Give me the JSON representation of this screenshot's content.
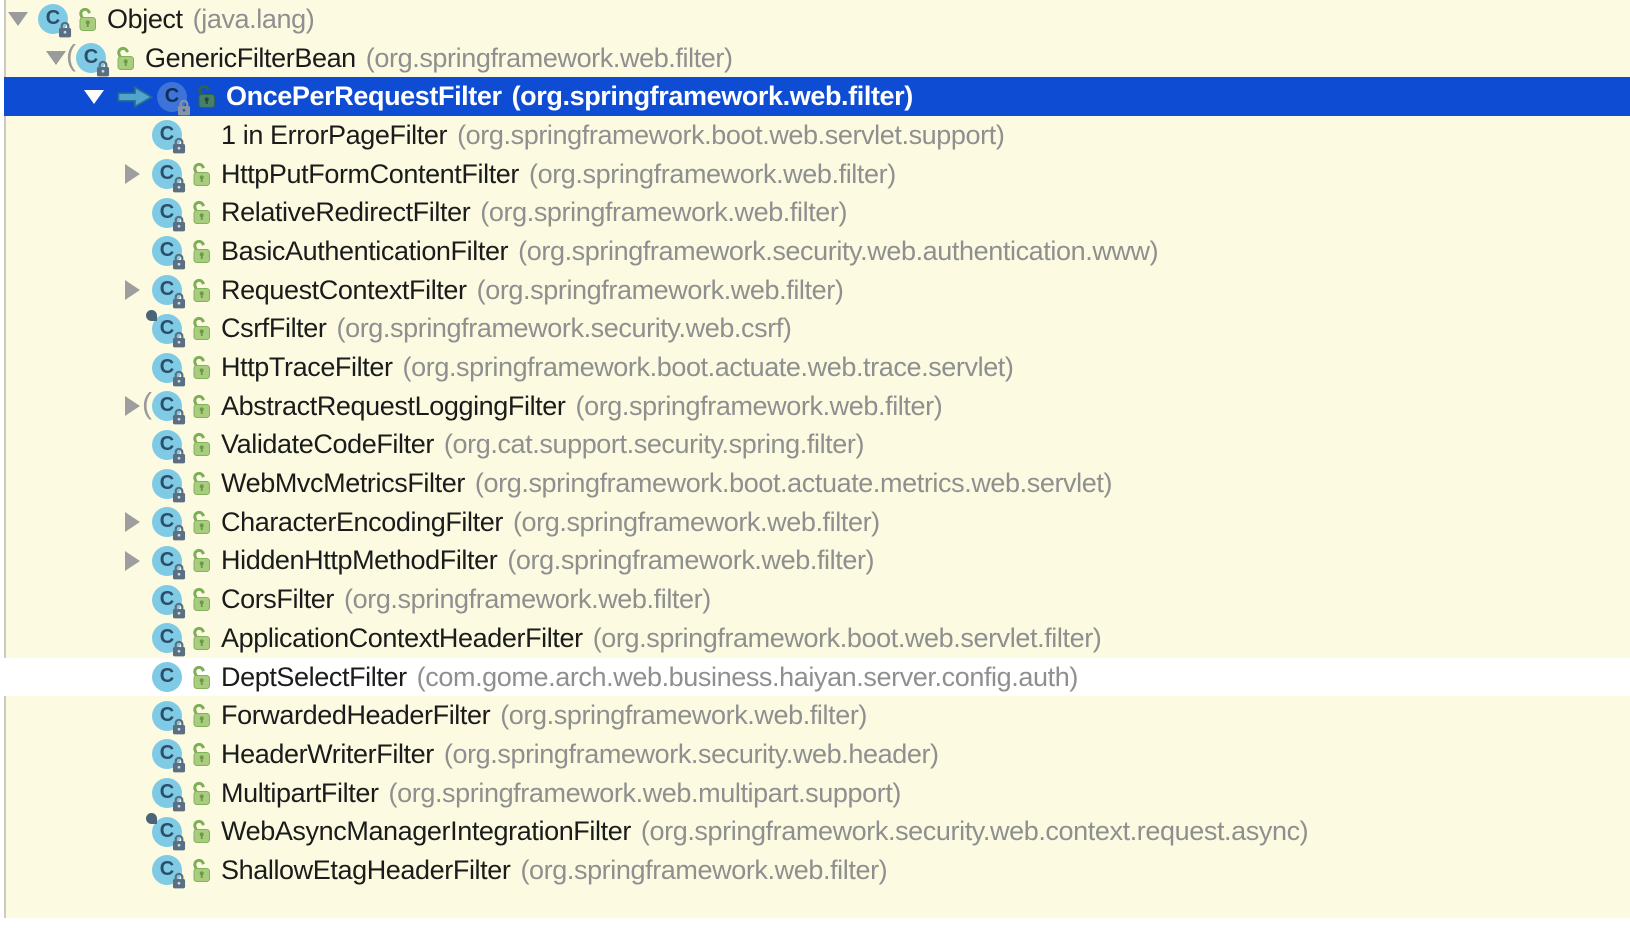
{
  "panel_type": "type-hierarchy-tree",
  "colors": {
    "panel_background": "#FCFBE2",
    "selection_background": "#0D4CD3",
    "project_row_background": "#FFFFFF",
    "class_name_color": "#1B1B1B",
    "package_color": "#8F8F8F",
    "selected_text_color": "#FFFFFF",
    "class_icon_fill": "#7FCBE5",
    "open_lock_fill": "#A9CD7E",
    "tree_arrow_color": "#9B9B9B",
    "current_class_arrow_color": "#4FA5CE"
  },
  "icons": {
    "class_letter": "C",
    "abstract_marker": "("
  },
  "tree": {
    "rows": [
      {
        "name": "Object",
        "package": "(java.lang)",
        "depth": 0,
        "expander": "expanded",
        "icon": "class",
        "lock": true,
        "green_lock": true,
        "marker": false,
        "selected": false,
        "row_bg": "library"
      },
      {
        "name": "GenericFilterBean",
        "package": "(org.springframework.web.filter)",
        "depth": 1,
        "expander": "expanded",
        "icon": "abstract",
        "lock": true,
        "green_lock": true,
        "marker": false,
        "selected": false,
        "row_bg": "library"
      },
      {
        "name": "OncePerRequestFilter",
        "package": "(org.springframework.web.filter)",
        "depth": 2,
        "expander": "expanded",
        "icon": "class",
        "lock": true,
        "green_lock": true,
        "marker": true,
        "selected": true,
        "row_bg": "selected"
      },
      {
        "name": "1 in ErrorPageFilter",
        "package": "(org.springframework.boot.web.servlet.support)",
        "depth": 3,
        "expander": "none",
        "icon": "class",
        "lock": true,
        "green_lock": false,
        "marker": false,
        "selected": false,
        "row_bg": "library"
      },
      {
        "name": "HttpPutFormContentFilter",
        "package": "(org.springframework.web.filter)",
        "depth": 3,
        "expander": "collapsed",
        "icon": "class",
        "lock": true,
        "green_lock": true,
        "marker": false,
        "selected": false,
        "row_bg": "library"
      },
      {
        "name": "RelativeRedirectFilter",
        "package": "(org.springframework.web.filter)",
        "depth": 3,
        "expander": "none",
        "icon": "class",
        "lock": true,
        "green_lock": true,
        "marker": false,
        "selected": false,
        "row_bg": "library"
      },
      {
        "name": "BasicAuthenticationFilter",
        "package": "(org.springframework.security.web.authentication.www)",
        "depth": 3,
        "expander": "none",
        "icon": "class",
        "lock": true,
        "green_lock": true,
        "marker": false,
        "selected": false,
        "row_bg": "library"
      },
      {
        "name": "RequestContextFilter",
        "package": "(org.springframework.web.filter)",
        "depth": 3,
        "expander": "collapsed",
        "icon": "class",
        "lock": true,
        "green_lock": true,
        "marker": false,
        "selected": false,
        "row_bg": "library"
      },
      {
        "name": "CsrfFilter",
        "package": "(org.springframework.security.web.csrf)",
        "depth": 3,
        "expander": "none",
        "icon": "final",
        "lock": true,
        "green_lock": true,
        "marker": false,
        "selected": false,
        "row_bg": "library"
      },
      {
        "name": "HttpTraceFilter",
        "package": "(org.springframework.boot.actuate.web.trace.servlet)",
        "depth": 3,
        "expander": "none",
        "icon": "class",
        "lock": true,
        "green_lock": true,
        "marker": false,
        "selected": false,
        "row_bg": "library"
      },
      {
        "name": "AbstractRequestLoggingFilter",
        "package": "(org.springframework.web.filter)",
        "depth": 3,
        "expander": "collapsed",
        "icon": "abstract",
        "lock": true,
        "green_lock": true,
        "marker": false,
        "selected": false,
        "row_bg": "library"
      },
      {
        "name": "ValidateCodeFilter",
        "package": "(org.cat.support.security.spring.filter)",
        "depth": 3,
        "expander": "none",
        "icon": "class",
        "lock": true,
        "green_lock": true,
        "marker": false,
        "selected": false,
        "row_bg": "library"
      },
      {
        "name": "WebMvcMetricsFilter",
        "package": "(org.springframework.boot.actuate.metrics.web.servlet)",
        "depth": 3,
        "expander": "none",
        "icon": "class",
        "lock": true,
        "green_lock": true,
        "marker": false,
        "selected": false,
        "row_bg": "library"
      },
      {
        "name": "CharacterEncodingFilter",
        "package": "(org.springframework.web.filter)",
        "depth": 3,
        "expander": "collapsed",
        "icon": "class",
        "lock": true,
        "green_lock": true,
        "marker": false,
        "selected": false,
        "row_bg": "library"
      },
      {
        "name": "HiddenHttpMethodFilter",
        "package": "(org.springframework.web.filter)",
        "depth": 3,
        "expander": "collapsed",
        "icon": "class",
        "lock": true,
        "green_lock": true,
        "marker": false,
        "selected": false,
        "row_bg": "library"
      },
      {
        "name": "CorsFilter",
        "package": "(org.springframework.web.filter)",
        "depth": 3,
        "expander": "none",
        "icon": "class",
        "lock": true,
        "green_lock": true,
        "marker": false,
        "selected": false,
        "row_bg": "library"
      },
      {
        "name": "ApplicationContextHeaderFilter",
        "package": "(org.springframework.boot.web.servlet.filter)",
        "depth": 3,
        "expander": "none",
        "icon": "class",
        "lock": true,
        "green_lock": true,
        "marker": false,
        "selected": false,
        "row_bg": "library"
      },
      {
        "name": "DeptSelectFilter",
        "package": "(com.gome.arch.web.business.haiyan.server.config.auth)",
        "depth": 3,
        "expander": "none",
        "icon": "class",
        "lock": false,
        "green_lock": true,
        "marker": false,
        "selected": false,
        "row_bg": "project"
      },
      {
        "name": "ForwardedHeaderFilter",
        "package": "(org.springframework.web.filter)",
        "depth": 3,
        "expander": "none",
        "icon": "class",
        "lock": true,
        "green_lock": true,
        "marker": false,
        "selected": false,
        "row_bg": "library"
      },
      {
        "name": "HeaderWriterFilter",
        "package": "(org.springframework.security.web.header)",
        "depth": 3,
        "expander": "none",
        "icon": "class",
        "lock": true,
        "green_lock": true,
        "marker": false,
        "selected": false,
        "row_bg": "library"
      },
      {
        "name": "MultipartFilter",
        "package": "(org.springframework.web.multipart.support)",
        "depth": 3,
        "expander": "none",
        "icon": "class",
        "lock": true,
        "green_lock": true,
        "marker": false,
        "selected": false,
        "row_bg": "library"
      },
      {
        "name": "WebAsyncManagerIntegrationFilter",
        "package": "(org.springframework.security.web.context.request.async)",
        "depth": 3,
        "expander": "none",
        "icon": "final",
        "lock": true,
        "green_lock": true,
        "marker": false,
        "selected": false,
        "row_bg": "library"
      },
      {
        "name": "ShallowEtagHeaderFilter",
        "package": "(org.springframework.web.filter)",
        "depth": 3,
        "expander": "none",
        "icon": "class",
        "lock": true,
        "green_lock": true,
        "marker": false,
        "selected": false,
        "row_bg": "library"
      }
    ]
  }
}
